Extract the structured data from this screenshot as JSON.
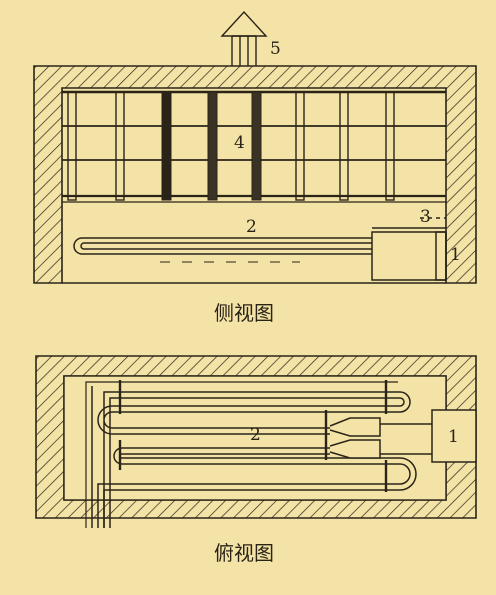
{
  "side_view": {
    "caption": "侧视图",
    "labels": {
      "l1": "1",
      "l2": "2",
      "l3": "3",
      "l4": "4",
      "l5": "5"
    }
  },
  "top_view": {
    "caption": "俯视图",
    "labels": {
      "l1": "1",
      "l2": "2"
    }
  },
  "colors": {
    "background": "#f4e3a6",
    "ink": "#2a2418"
  }
}
